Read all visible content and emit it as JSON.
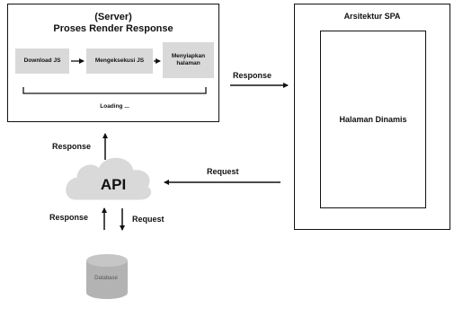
{
  "server": {
    "title_line1": "(Server)",
    "title_line2": "Proses Render Response",
    "steps": [
      "Download JS",
      "Mengeksekusi JS",
      "Menyiapkan halaman"
    ],
    "loading": "Loading ..."
  },
  "spa": {
    "title": "Arsitektur SPA",
    "page": "Halaman Dinamis"
  },
  "labels": {
    "response_to_spa": "Response",
    "request_to_api": "Request",
    "response_to_server": "Response",
    "response_from_db": "Response",
    "request_to_db": "Request"
  },
  "api": {
    "label": "API"
  },
  "database": {
    "label": "Database"
  },
  "colors": {
    "box_fill": "#d9d9d9",
    "stroke": "#111111",
    "db_panel": "#dedede",
    "cylinder": "#b3b3b3"
  }
}
